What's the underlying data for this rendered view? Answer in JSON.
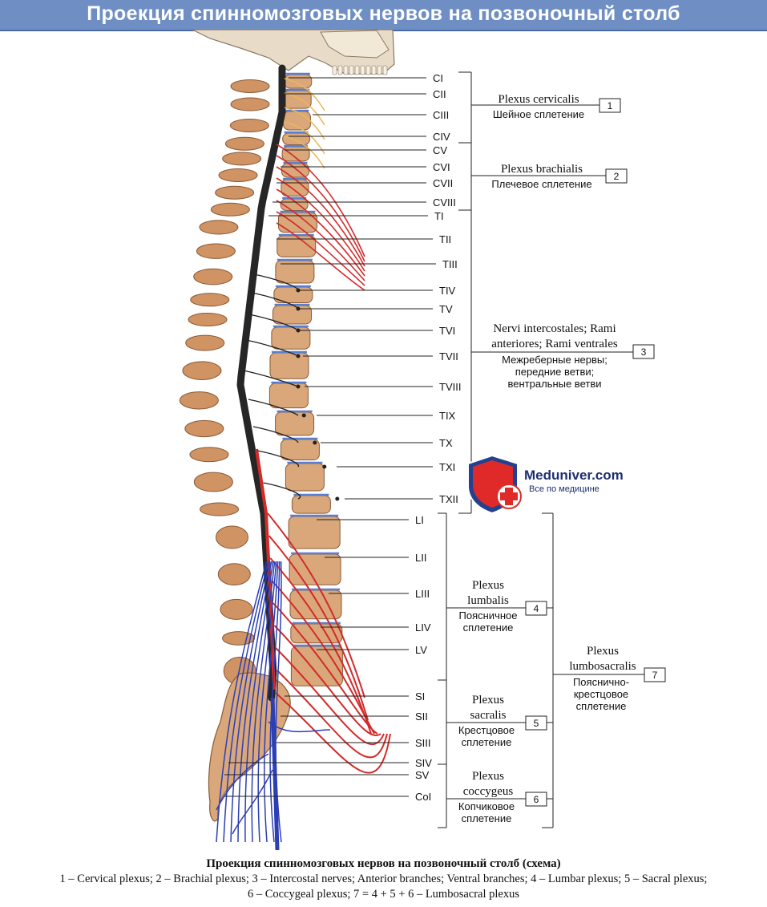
{
  "header": {
    "title": "Проекция спинномозговых нервов на позвоночный столб"
  },
  "levels": [
    "CI",
    "CII",
    "CIII",
    "CIV",
    "CV",
    "CVI",
    "CVII",
    "CVIII",
    "TI",
    "TII",
    "TIII",
    "TIV",
    "TV",
    "TVI",
    "TVII",
    "TVIII",
    "TIX",
    "TX",
    "TXI",
    "TXII",
    "LI",
    "LII",
    "LIII",
    "LIV",
    "LV",
    "SI",
    "SII",
    "SIII",
    "SIV",
    "SV",
    "CoI"
  ],
  "plexuses": [
    {
      "id": "1",
      "latin": "Plexus cervicalis",
      "russian": "Шейное сплетение"
    },
    {
      "id": "2",
      "latin": "Plexus brachialis",
      "russian": "Плечевое сплетение"
    },
    {
      "id": "3",
      "latin": "Nervi intercostales; Rami anteriores; Rami ventrales",
      "latin_lines": [
        "Nervi intercostales; Rami",
        "anteriores; Rami ventrales"
      ],
      "russian_lines": [
        "Межреберные нервы;",
        "передние ветви;",
        "вентральные ветви"
      ]
    },
    {
      "id": "4",
      "latin_lines": [
        "Plexus",
        "lumbalis"
      ],
      "russian_lines": [
        "Поясничное",
        "сплетение"
      ]
    },
    {
      "id": "5",
      "latin_lines": [
        "Plexus",
        "sacralis"
      ],
      "russian_lines": [
        "Крестцовое",
        "сплетение"
      ]
    },
    {
      "id": "6",
      "latin_lines": [
        "Plexus",
        "coccygeus"
      ],
      "russian_lines": [
        "Копчиковое",
        "сплетение"
      ]
    },
    {
      "id": "7",
      "latin_lines": [
        "Plexus",
        "lumbosacralis"
      ],
      "russian_lines": [
        "Пояснично-",
        "крестцовое",
        "сплетение"
      ]
    }
  ],
  "watermark": {
    "name": "Meduniver.com",
    "tagline": "Все по медицине"
  },
  "caption": {
    "title": "Проекция спинномозговых нервов на позвоночный столб (схема)",
    "legend_line1": "1 – Cervical plexus; 2 – Brachial plexus; 3 – Intercostal nerves; Anterior branches; Ventral branches; 4 – Lumbar plexus; 5 – Sacral plexus;",
    "legend_line2": "6 – Coccygeal plexus; 7 = 4 + 5 + 6 – Lumbosacral plexus"
  },
  "colors": {
    "header_bg": "#6f8fc4",
    "bone": "#d9a77a",
    "nerve_red": "#d42a2a",
    "nerve_blue": "#2c3fb4",
    "cord": "#262626",
    "logo_red": "#e02a2a",
    "logo_blue": "#24418f"
  }
}
